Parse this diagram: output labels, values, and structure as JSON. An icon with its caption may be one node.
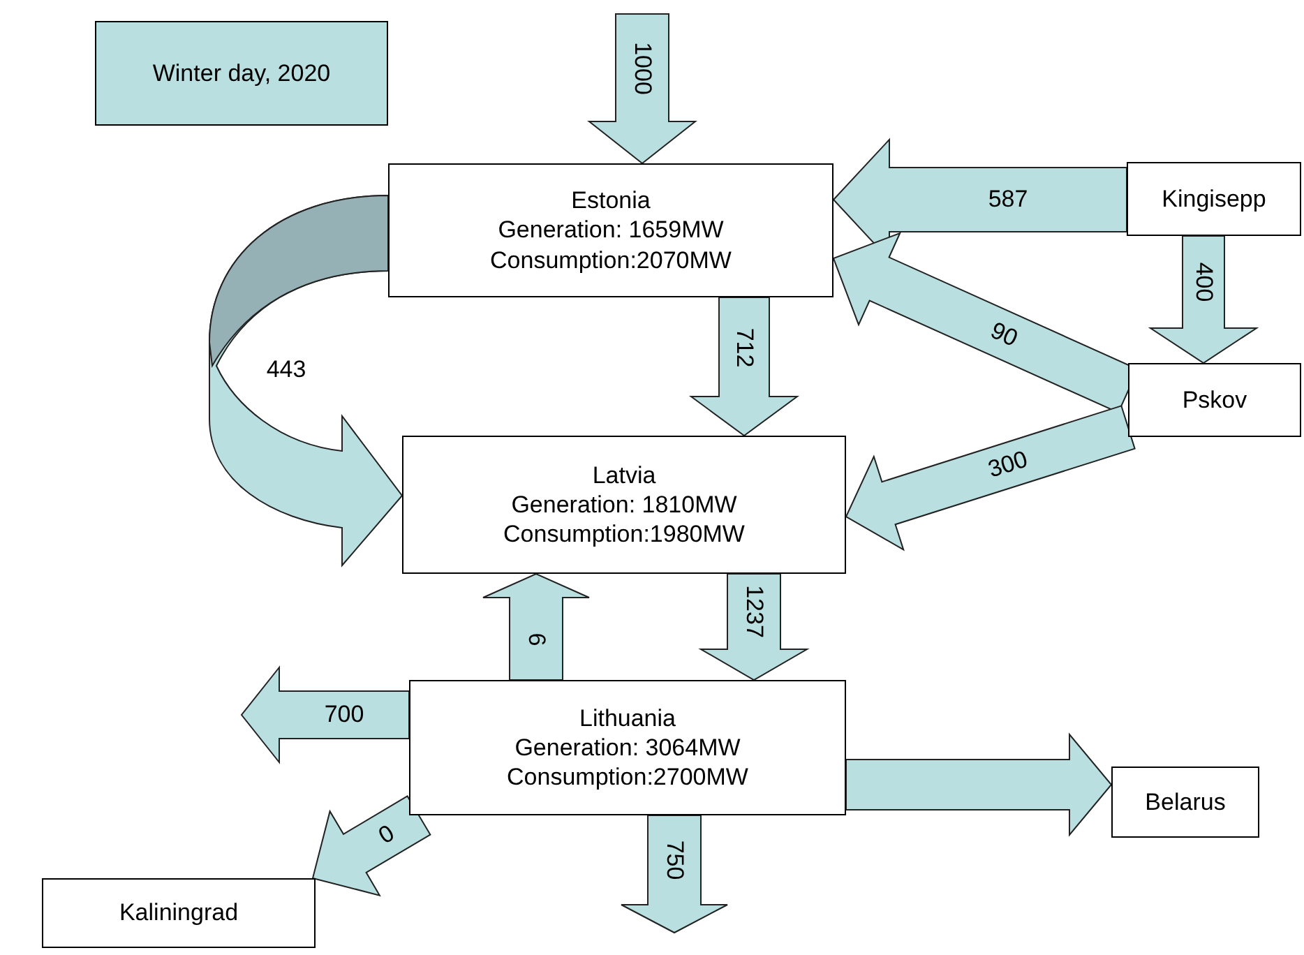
{
  "diagram": {
    "nodes": [
      {
        "text": [
          "Winter day, 2020"
        ]
      },
      {
        "text": [
          "Estonia",
          "Generation: 1659MW",
          "Consumption:2070MW"
        ]
      },
      {
        "text": [
          "Kingisepp"
        ]
      },
      {
        "text": [
          "Pskov"
        ]
      },
      {
        "text": [
          "Latvia",
          "Generation: 1810MW",
          "Consumption:1980MW"
        ]
      },
      {
        "text": [
          "Lithuania",
          "Generation: 3064MW",
          "Consumption:2700MW"
        ]
      },
      {
        "text": [
          "Belarus"
        ]
      },
      {
        "text": [
          "Kaliningrad"
        ]
      }
    ],
    "edges": [
      {
        "from": null,
        "to": 1,
        "arrow": "to",
        "label": "1000"
      },
      {
        "from": 2,
        "to": 1,
        "arrow": "to",
        "label": "587"
      },
      {
        "from": 2,
        "to": 3,
        "arrow": "to",
        "label": "400"
      },
      {
        "from": 3,
        "to": 1,
        "arrow": "to",
        "label": "90"
      },
      {
        "from": 3,
        "to": 4,
        "arrow": "to",
        "label": "300"
      },
      {
        "from": 1,
        "to": 4,
        "arrow": "to",
        "label": "712"
      },
      {
        "from": 1,
        "to": 4,
        "arrow": "to",
        "label": "443"
      },
      {
        "from": 5,
        "to": 4,
        "arrow": "to",
        "label": "6"
      },
      {
        "from": 4,
        "to": 5,
        "arrow": "to",
        "label": "1237"
      },
      {
        "from": 5,
        "to": null,
        "arrow": "to",
        "label": "700"
      },
      {
        "from": 5,
        "to": 7,
        "arrow": "to",
        "label": "0"
      },
      {
        "from": 5,
        "to": 6,
        "arrow": "to"
      },
      {
        "from": 5,
        "to": null,
        "arrow": "to",
        "label": "750"
      }
    ]
  }
}
